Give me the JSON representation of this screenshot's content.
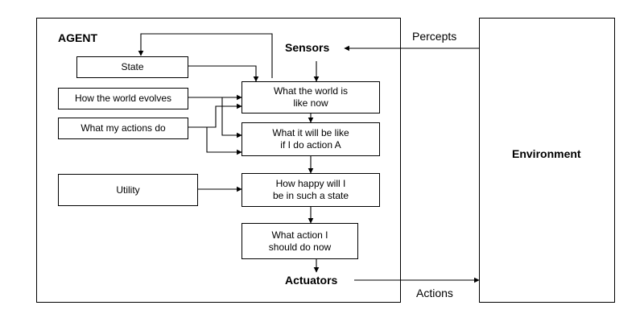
{
  "agent": {
    "title": "AGENT",
    "sensors": "Sensors",
    "actuators": "Actuators",
    "state": "State",
    "world_evolves": "How the world evolves",
    "actions_do": "What my actions do",
    "utility": "Utility",
    "world_now": "What the world is\nlike now",
    "will_be": "What it will be like\nif I do action A",
    "how_happy": "How happy will I\nbe in such a state",
    "what_action": "What action I\nshould do now"
  },
  "environment": {
    "label": "Environment"
  },
  "links": {
    "percepts": "Percepts",
    "actions": "Actions"
  }
}
